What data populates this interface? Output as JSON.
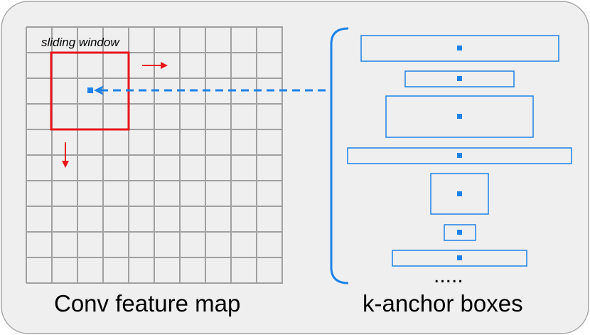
{
  "labels": {
    "sliding_window": "sliding window",
    "feature_map": "Conv feature map",
    "anchor_boxes": "k-anchor boxes",
    "ellipsis": "....."
  },
  "colors": {
    "panel_fill": "#efefef",
    "panel_border": "#a6a6a6",
    "grid_line": "#a0a0a0",
    "window": "#e8141b",
    "anchor": "#1e82e6",
    "text": "#000000"
  },
  "icons": {
    "window_move_right": "arrow-right-icon",
    "window_move_down": "arrow-down-icon",
    "anchor_link": "dashed-arrow-left-icon",
    "anchor_group": "curly-brace-icon"
  }
}
